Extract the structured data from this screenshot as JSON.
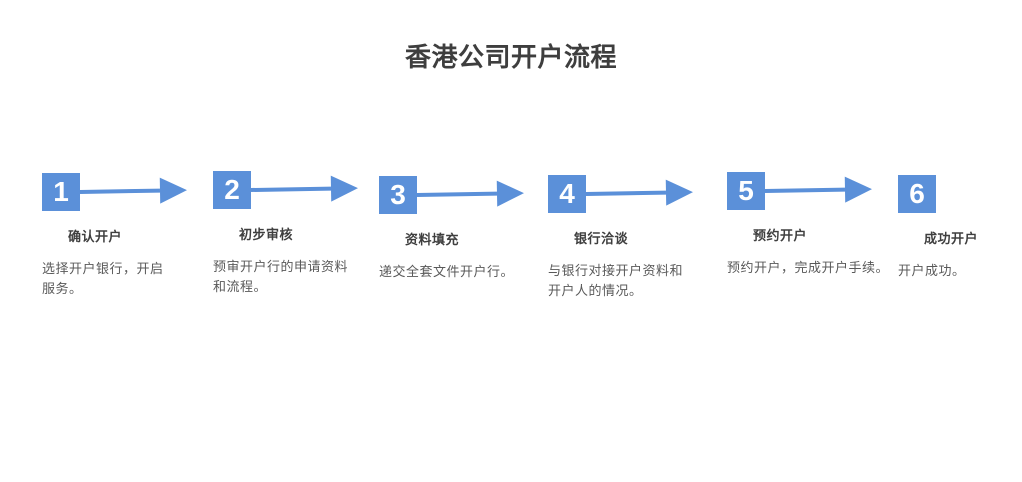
{
  "title": "香港公司开户流程",
  "accent_color": "#5B90D9",
  "steps": [
    {
      "number": "1",
      "label": "确认开户",
      "desc_lines": [
        "选择开户银行，开启",
        "服务。"
      ]
    },
    {
      "number": "2",
      "label": "初步审核",
      "desc_lines": [
        "预审开户行的申请资料",
        "和流程。"
      ]
    },
    {
      "number": "3",
      "label": "资料填充",
      "desc_lines": [
        "递交全套文件开户行。"
      ]
    },
    {
      "number": "4",
      "label": "银行洽谈",
      "desc_lines": [
        "与银行对接开户资料和",
        "开户人的情况。"
      ]
    },
    {
      "number": "5",
      "label": "预约开户",
      "desc_lines": [
        "预约开户，完成开户手续。"
      ]
    },
    {
      "number": "6",
      "label": "成功开户",
      "desc_lines": [
        "开户成功。"
      ]
    }
  ]
}
